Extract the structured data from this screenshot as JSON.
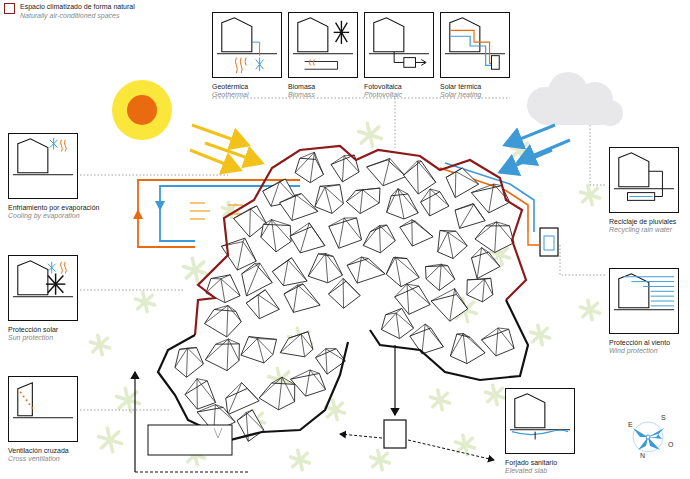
{
  "diagram": {
    "nodes": [
      {
        "text": [
          "Geotérmica",
          "Geothermal"
        ]
      },
      {
        "text": [
          "Biomasa",
          "Biomass"
        ]
      },
      {
        "text": [
          "Fotovoltaica",
          "Photovoltaic"
        ]
      },
      {
        "text": [
          "Solar térmica",
          "Solar heating"
        ]
      },
      {
        "text": [
          "Enfriamiento por evaporación",
          "Cooling by evaporation"
        ]
      },
      {
        "text": [
          "Protección solar",
          "Sun protection"
        ]
      },
      {
        "text": [
          "Ventilación cruzada",
          "Cross ventilation"
        ]
      },
      {
        "text": [
          "Reciclaje de pluviales",
          "Recycling rain water"
        ]
      },
      {
        "text": [
          "Protección al viento",
          "Wind protection"
        ]
      },
      {
        "text": [
          "Forjado sanitario",
          "Elevated slab"
        ]
      }
    ],
    "labels": [
      "E",
      "S",
      "O",
      "N"
    ],
    "legend": [
      {
        "text": "Espacio climatizado de forma natural"
      },
      {
        "text": "Naturally air-conditioned spaces"
      }
    ]
  }
}
